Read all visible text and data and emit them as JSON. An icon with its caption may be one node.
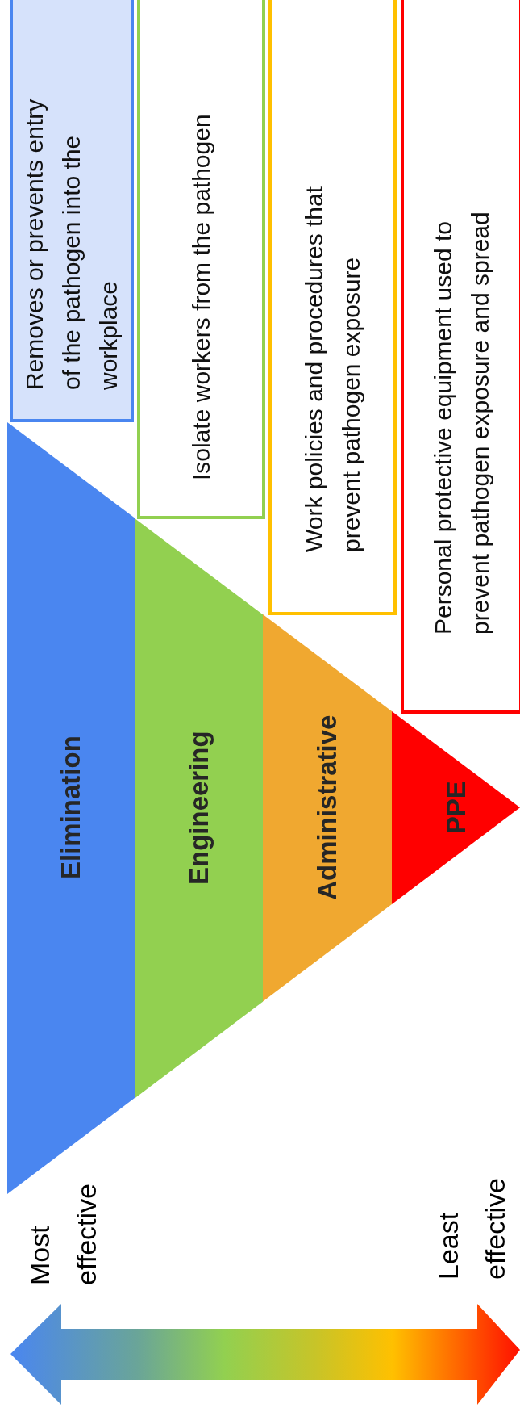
{
  "diagram": {
    "nodes": [
      {
        "text": [
          "Elimination"
        ]
      },
      {
        "text": [
          "Engineering"
        ]
      },
      {
        "text": [
          "Administrative"
        ]
      },
      {
        "text": [
          "PPE"
        ]
      },
      {
        "text": [
          "Removes or prevents entry of the pathogen into the workplace"
        ]
      },
      {
        "text": [
          "Isolate workers from the pathogen"
        ]
      },
      {
        "text": [
          "Work policies and procedures that prevent pathogen exposure"
        ]
      },
      {
        "text": [
          "Personal protective equipment used to prevent pathogen exposure and spread"
        ]
      }
    ],
    "edges": [],
    "labels": [
      "Most effective",
      "Least effective"
    ]
  }
}
